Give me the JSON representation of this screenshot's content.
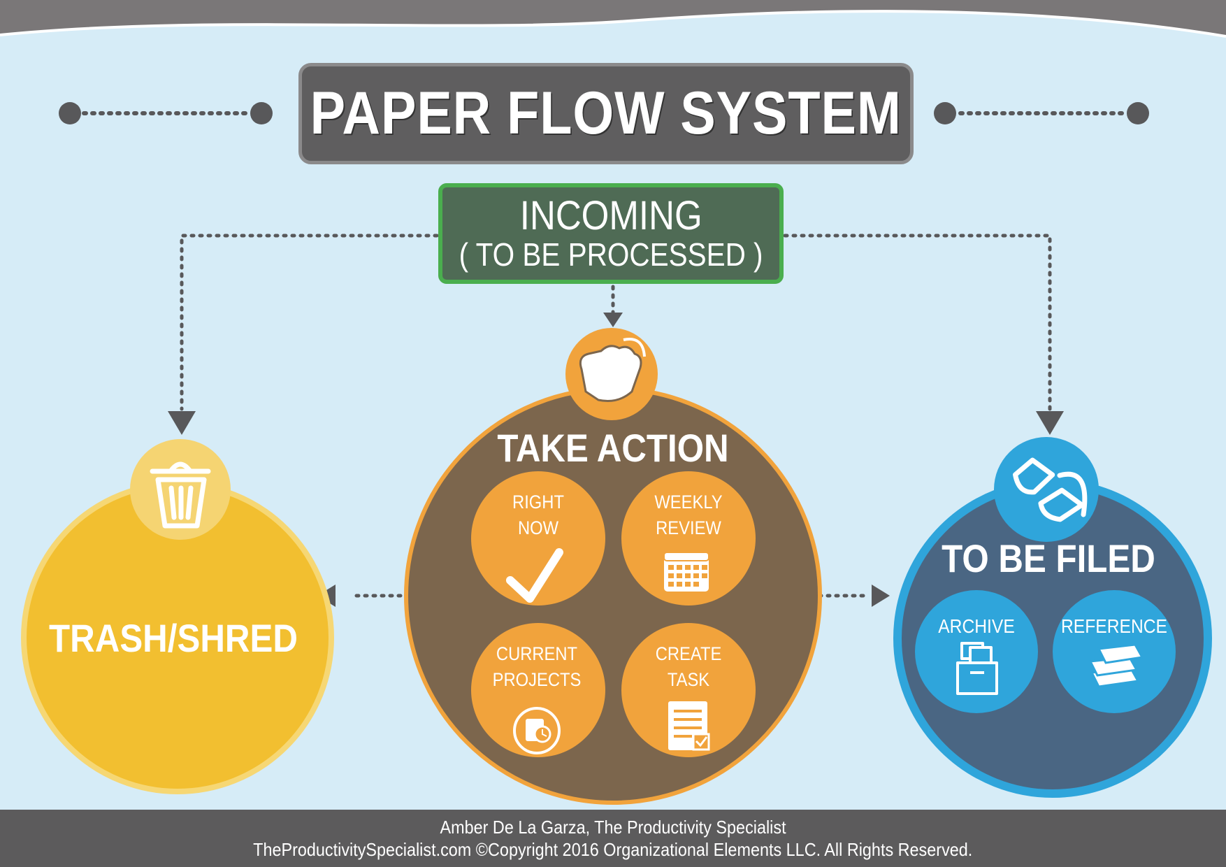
{
  "title": "PAPER FLOW SYSTEM",
  "incoming": {
    "title": "INCOMING",
    "subtitle": "( TO BE PROCESSED )"
  },
  "trash": {
    "label": "TRASH/SHRED",
    "icon": "trash-can-icon"
  },
  "take_action": {
    "label": "TAKE ACTION",
    "icon": "grabbing-hand-icon",
    "items": [
      {
        "line1": "RIGHT",
        "line2": "NOW",
        "icon": "checkmark-icon"
      },
      {
        "line1": "WEEKLY",
        "line2": "REVIEW",
        "icon": "calendar-icon"
      },
      {
        "line1": "CURRENT",
        "line2": "PROJECTS",
        "icon": "project-clock-icon"
      },
      {
        "line1": "CREATE",
        "line2": "TASK",
        "icon": "task-document-icon"
      }
    ]
  },
  "to_be_filed": {
    "label": "TO BE FILED",
    "icon": "bucket-icon",
    "items": [
      {
        "label": "ARCHIVE",
        "icon": "archive-box-icon"
      },
      {
        "label": "REFERENCE",
        "icon": "books-icon"
      }
    ]
  },
  "footer": {
    "line1": "Amber De La Garza, The Productivity Specialist",
    "line2": "TheProductivitySpecialist.com ©Copyright 2016 Organizational Elements LLC. All Rights Reserved."
  },
  "colors": {
    "background": "#d6ecf7",
    "header_gray": "#5f5e5f",
    "incoming_green": "#4f6b55",
    "incoming_border": "#4aae4e",
    "trash_yellow": "#f2bf30",
    "action_brown": "#7c664d",
    "action_orange": "#f1a33c",
    "filed_navy": "#4a6683",
    "filed_blue": "#2fa5db",
    "arrow_gray": "#58585a"
  }
}
